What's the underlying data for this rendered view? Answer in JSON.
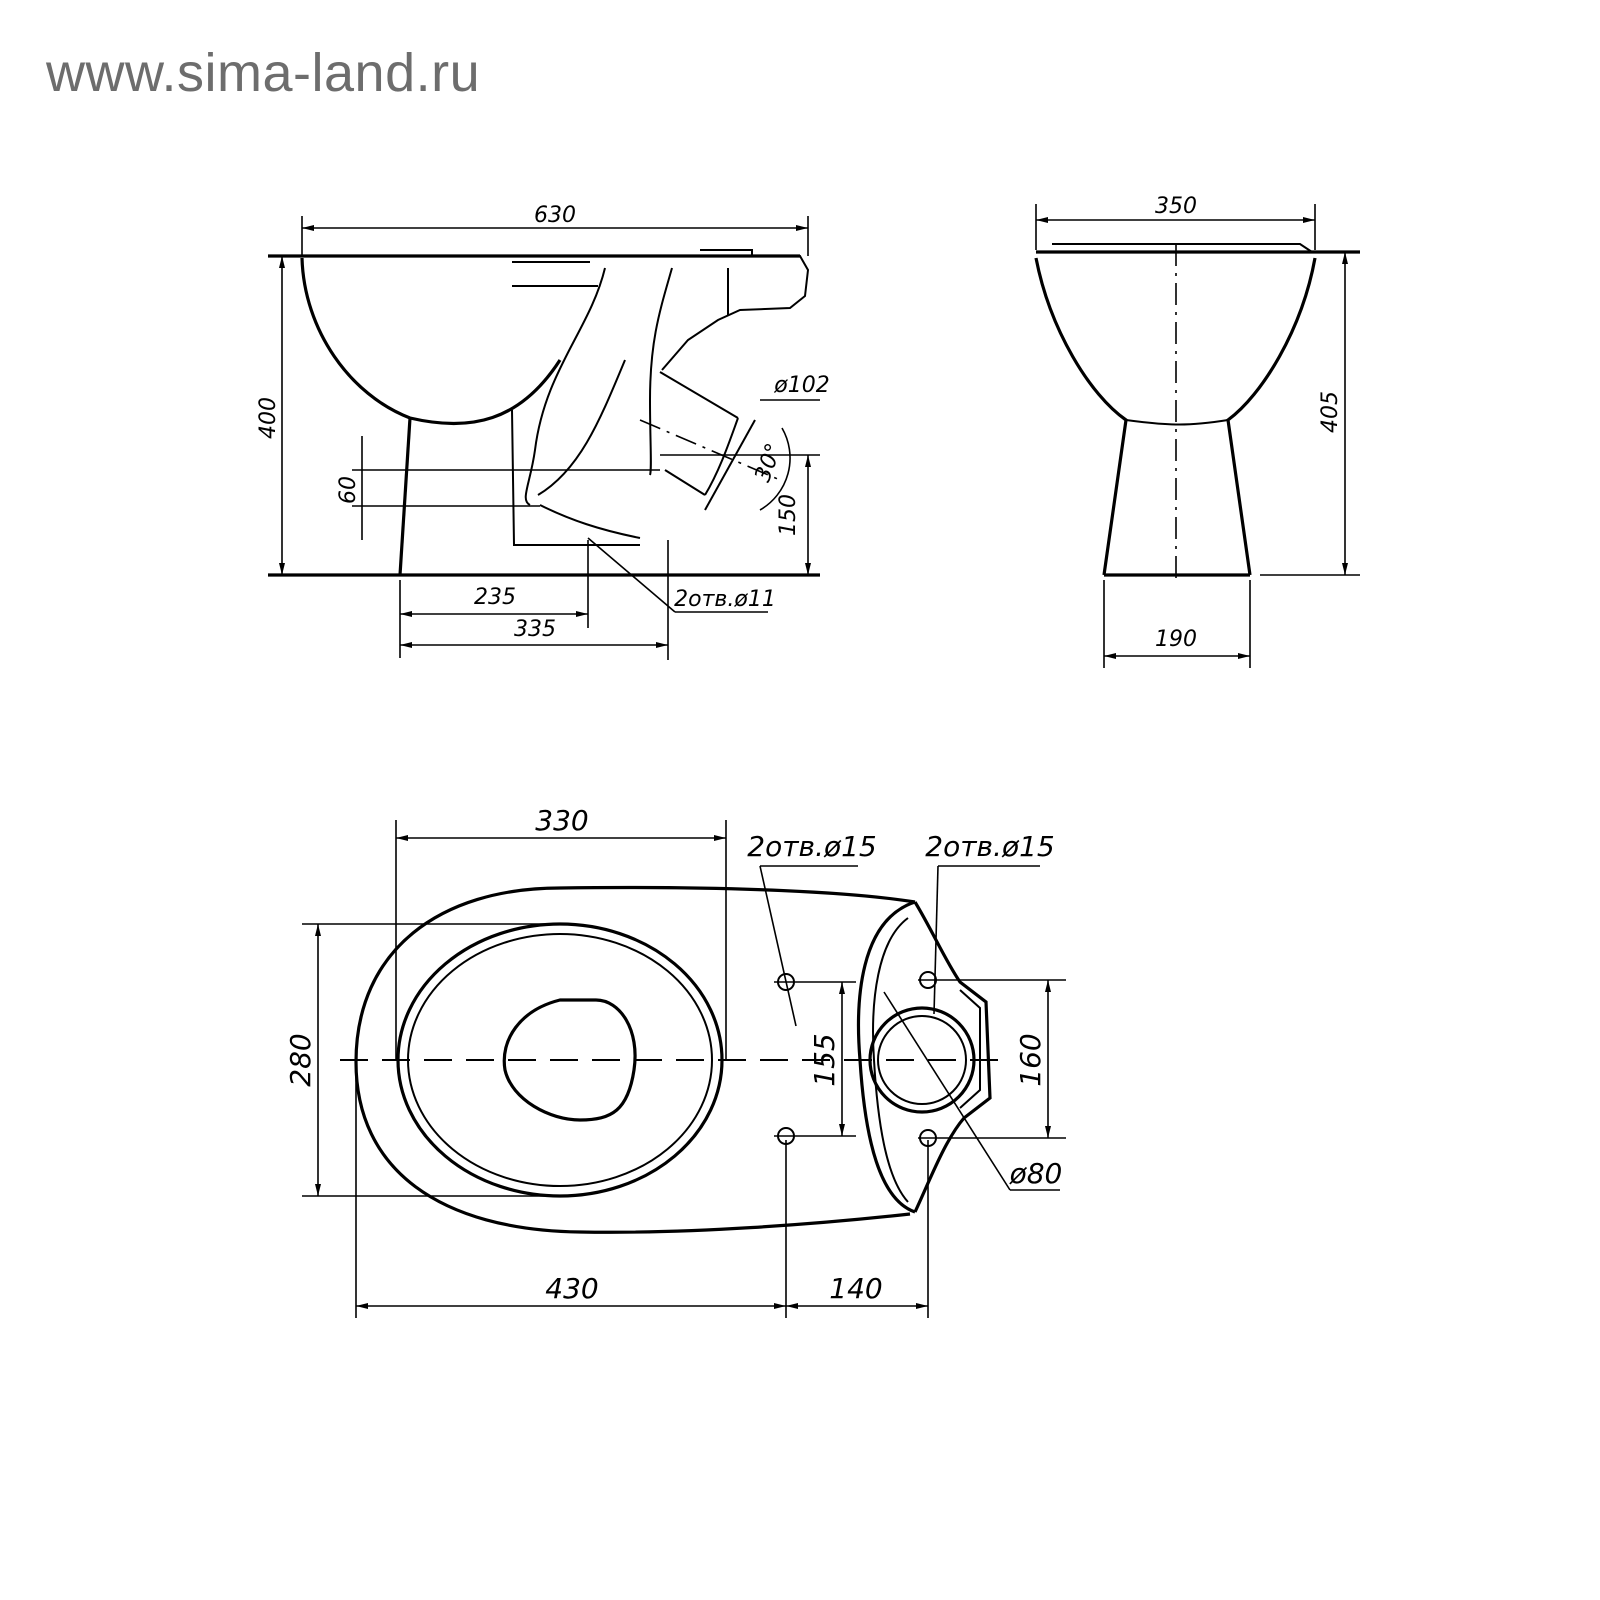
{
  "watermark": "www.sima-land.ru",
  "side_view": {
    "width_label": "630",
    "height_label": "400",
    "label_60": "60",
    "label_235": "235",
    "label_335": "335",
    "outlet_diameter": "ø102",
    "outlet_angle": "30°",
    "label_150": "150",
    "holes_note": "2отв.ø11"
  },
  "front_view": {
    "width_label": "350",
    "height_label": "405",
    "base_label": "190"
  },
  "top_view": {
    "bowl_label": "330",
    "width_label": "280",
    "holes_note_left": "2отв.ø15",
    "holes_note_right": "2отв.ø15",
    "spacing_left": "155",
    "spacing_right": "160",
    "inlet_diameter": "ø80",
    "length_label": "430",
    "offset_label": "140"
  }
}
